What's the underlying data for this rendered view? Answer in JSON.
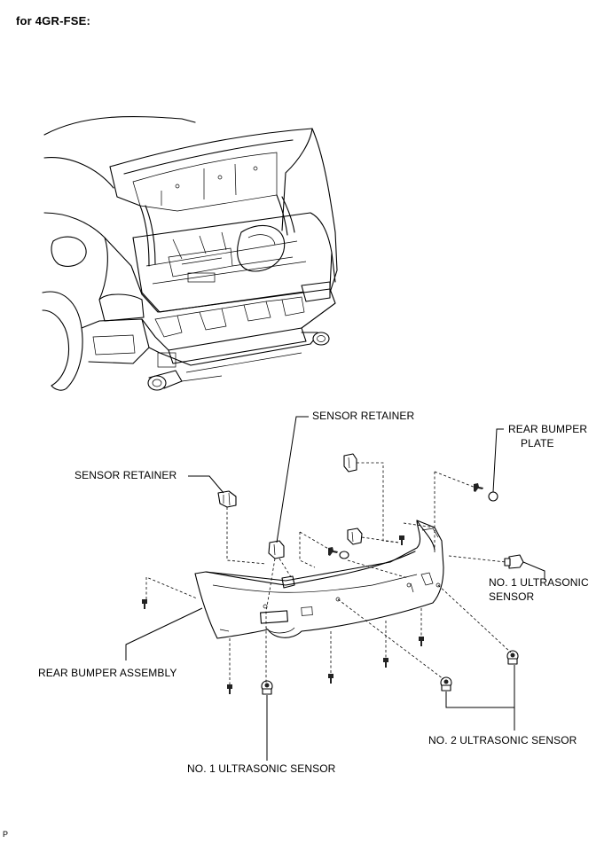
{
  "heading": "for 4GR-FSE:",
  "labels": {
    "sensor_retainer_top": "SENSOR RETAINER",
    "sensor_retainer_left": "SENSOR RETAINER",
    "rear_bumper_plate_line1": "REAR BUMPER",
    "rear_bumper_plate_line2": "PLATE",
    "no1_sensor_right_line1": "NO. 1 ULTRASONIC",
    "no1_sensor_right_line2": "SENSOR",
    "rear_bumper_assembly": "REAR BUMPER ASSEMBLY",
    "no2_sensor": "NO. 2 ULTRASONIC SENSOR",
    "no1_sensor_bottom": "NO. 1 ULTRASONIC SENSOR"
  },
  "figure_code": "P"
}
